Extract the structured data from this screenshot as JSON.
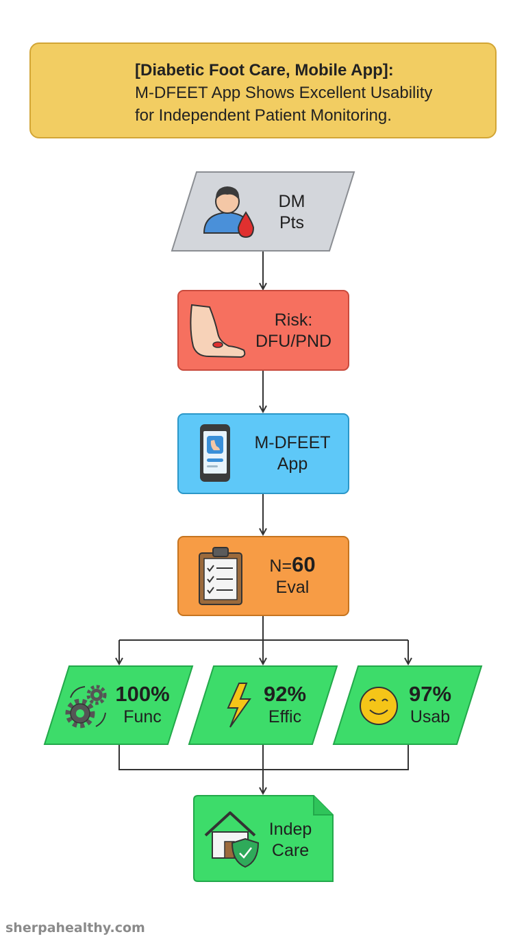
{
  "header": {
    "title": "[Diabetic Foot Care, Mobile App]:",
    "line2": "M-DFEET App Shows Excellent Usability",
    "line3": "for Independent Patient Monitoring."
  },
  "nodes": {
    "patients": {
      "line1": "DM",
      "line2": "Pts"
    },
    "risk": {
      "line1": "Risk:",
      "line2": "DFU/PND"
    },
    "app": {
      "line1": "M-DFEET",
      "line2": "App"
    },
    "eval": {
      "prefix": "N=",
      "number": "60",
      "line2": "Eval"
    },
    "func": {
      "value": "100%",
      "label": "Func"
    },
    "effic": {
      "value": "92%",
      "label": "Effic"
    },
    "usab": {
      "value": "97%",
      "label": "Usab"
    },
    "care": {
      "line1": "Indep",
      "line2": "Care"
    }
  },
  "watermark": "sherpahealthy.com",
  "icons": [
    "phone-foot-icon",
    "patient-icon",
    "blood-drop-icon",
    "foot-ulcer-icon",
    "app-phone-icon",
    "clipboard-icon",
    "gears-icon",
    "lightning-icon",
    "smiley-icon",
    "house-shield-icon"
  ],
  "colors": {
    "banner": "#f2cd62",
    "patients": "#d3d6db",
    "risk": "#f6705f",
    "app": "#5ec8f8",
    "eval": "#f79c45",
    "results": "#3ddc6a",
    "care": "#3ddc6a"
  }
}
